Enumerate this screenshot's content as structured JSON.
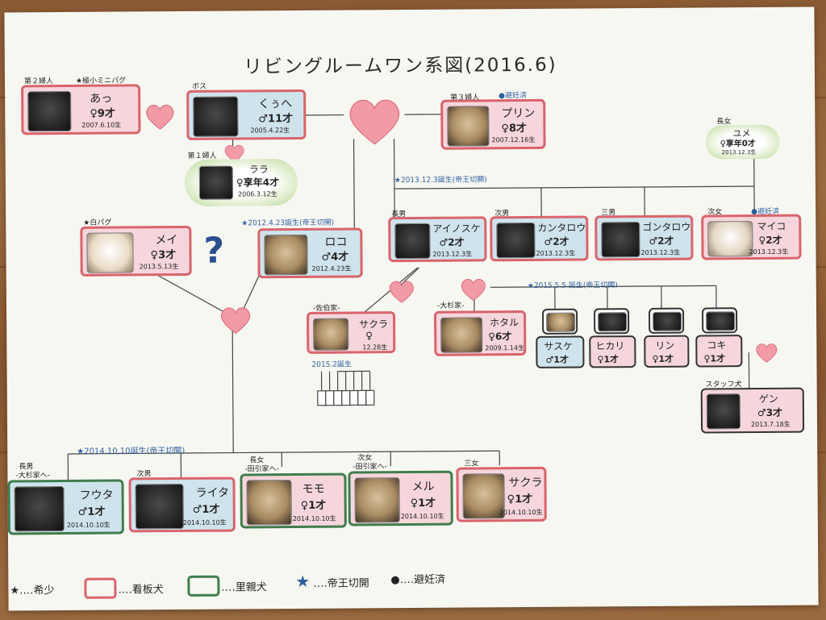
{
  "title": "リビングルームワン系図(2016.6)",
  "colors": {
    "card_border": "#d9646c",
    "adopt_border": "#3f7d4d",
    "male_bg": "#cfe3ec",
    "female_bg": "#f6d6dc",
    "heart": "#f39aa7",
    "blue_text": "#2e5ea0"
  },
  "cards": {
    "atsu": {
      "role": "第２婦人",
      "note": "★極小ミニパグ",
      "name": "あっ",
      "age": "♀9才",
      "date": "2007.6.10生"
    },
    "kuhe": {
      "role": "ボス",
      "name": "くぅへ",
      "age": "♂11才",
      "date": "2005.4.22生"
    },
    "rara": {
      "role": "第１婦人",
      "name": "ララ",
      "age": "♀享年4才",
      "date": "2006.3.12生"
    },
    "purin": {
      "role": "第３婦人",
      "note": "●避妊済",
      "name": "プリン",
      "age": "♀8才",
      "date": "2007.12.16生"
    },
    "yume": {
      "role": "長女",
      "name": "ユメ",
      "age": "♀享年0才",
      "date": "2013.12.3生"
    },
    "mei": {
      "note": "★白パグ",
      "name": "メイ",
      "age": "♀3才",
      "date": "2013.5.13生"
    },
    "roko": {
      "note": "★2012.4.23誕生(帝王切開)",
      "name": "ロコ",
      "age": "♂4才",
      "date": "2012.4.23生"
    },
    "ainosuke": {
      "role": "長男",
      "name": "アイノスケ",
      "age": "♂2才",
      "date": "2013.12.3生"
    },
    "kantarou": {
      "role": "次男",
      "name": "カンタロウ",
      "age": "♂2才",
      "date": "2013.12.3生"
    },
    "gontarou": {
      "role": "三男",
      "name": "ゴンタロウ",
      "age": "♂2才",
      "date": "2013.12.3生"
    },
    "maiko": {
      "role": "次女",
      "note": "●避妊済",
      "name": "マイコ",
      "age": "♀2才",
      "date": "2013.12.3生"
    },
    "sakura1": {
      "role": "-佐伯家-",
      "name": "サクラ",
      "age": "♀",
      "date": "12.28生"
    },
    "hotaru": {
      "role": "-大杉家-",
      "name": "ホタル",
      "age": "♀6才",
      "date": "2009.1.14生"
    },
    "sasuke": {
      "name": "サスケ",
      "age": "♂1才"
    },
    "hikari": {
      "name": "ヒカリ",
      "age": "♀1才"
    },
    "rin": {
      "name": "リン",
      "age": "♀1才"
    },
    "koki": {
      "name": "コキ",
      "age": "♀1才"
    },
    "gen": {
      "role": "スタッフ犬",
      "name": "ゲン",
      "age": "♂3才",
      "date": "2013.7.18生"
    },
    "futa": {
      "role": "長男",
      "sub": "-大杉家へ-",
      "name": "フウタ",
      "age": "♂1才",
      "date": "2014.10.10生"
    },
    "raita": {
      "role": "次男",
      "name": "ライタ",
      "age": "♂1才",
      "date": "2014.10.10生"
    },
    "momo": {
      "role": "長女",
      "sub": "-田引家へ-",
      "name": "モモ",
      "age": "♀1才",
      "date": "2014.10.10生"
    },
    "meru": {
      "role": "次女",
      "sub": "-田引家へ-",
      "name": "メル",
      "age": "♀1才",
      "date": "2014.10.10生"
    },
    "sakura2": {
      "role": "三女",
      "name": "サクラ",
      "age": "♀1才",
      "date": "2014.10.10生"
    }
  },
  "annotations": {
    "birth_2013": "★2013.12.3誕生(帝王切開)",
    "birth_2015_5": "★2015.5.5 誕生(帝王切開)",
    "birth_2015_2": "2015.2誕生",
    "birth_2014": "★2014.10.10誕生(帝王切開)"
  },
  "legend": {
    "rare": "★‥‥希少",
    "signboard": "‥‥看板犬",
    "foster": "‥‥里親犬",
    "cesarean": "‥‥帝王切開",
    "spayed": "●‥‥避妊済"
  }
}
